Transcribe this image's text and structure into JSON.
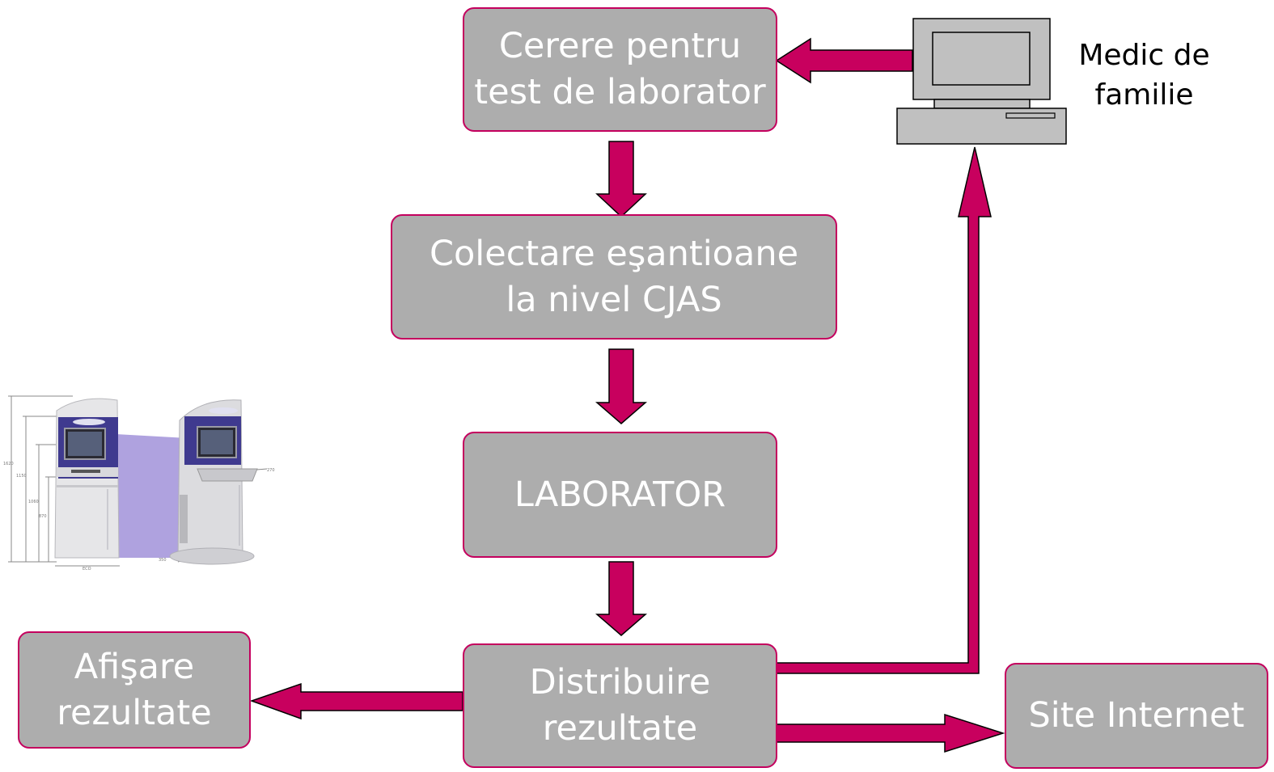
{
  "colors": {
    "box_fill": "#adadad",
    "box_border": "#c4005e",
    "arrow_fill": "#c8005e",
    "box_text": "#ffffff",
    "kiosk_panel": "#3f3a8f",
    "kiosk_partition": "#a89adc"
  },
  "nodes": {
    "request": {
      "line1": "Cerere pentru",
      "line2": "test de laborator"
    },
    "collection": {
      "line1": "Colectare eşantioane",
      "line2": "la nivel CJAS"
    },
    "laboratory": {
      "label": "LABORATOR"
    },
    "distribution": {
      "line1": "Distribuire",
      "line2": "rezultate"
    },
    "display": {
      "line1": "Afişare",
      "line2": "rezultate"
    },
    "website": {
      "label": "Site Internet"
    }
  },
  "doctor": {
    "line1": "Medic de",
    "line2": "familie",
    "icon": "computer-icon"
  },
  "kiosk": {
    "icon": "kiosk-terminals-image"
  },
  "edges": [
    {
      "from": "doctor",
      "to": "request"
    },
    {
      "from": "request",
      "to": "collection"
    },
    {
      "from": "collection",
      "to": "laboratory"
    },
    {
      "from": "laboratory",
      "to": "distribution"
    },
    {
      "from": "distribution",
      "to": "display"
    },
    {
      "from": "distribution",
      "to": "website"
    },
    {
      "from": "distribution",
      "to": "doctor"
    }
  ]
}
